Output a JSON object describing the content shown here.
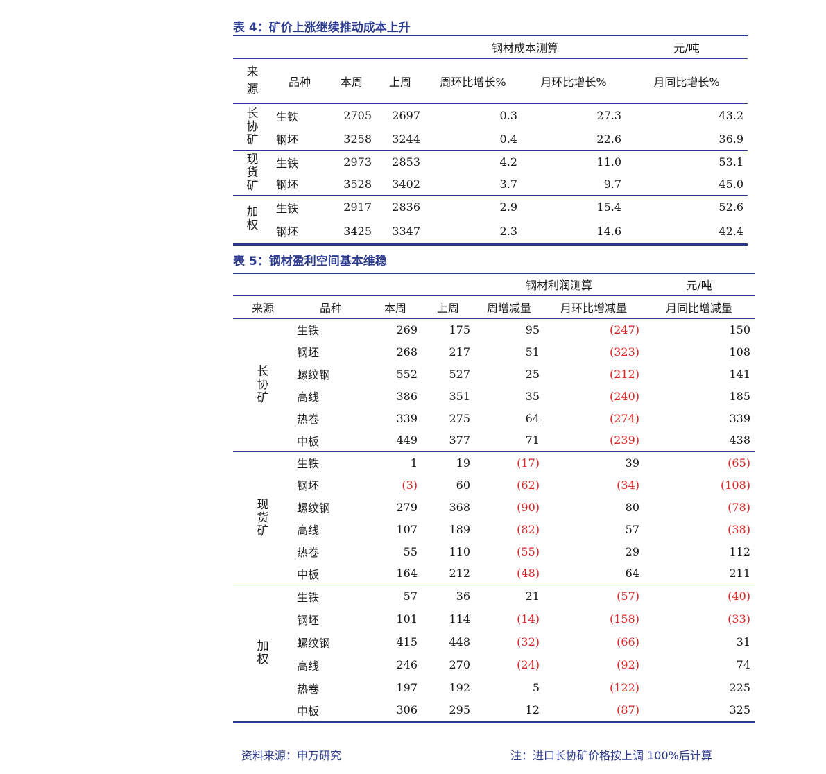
{
  "table4": {
    "caption": "表 4：矿价上涨继续推动成本上升",
    "group_header": "钢材成本测算",
    "unit": "元/吨",
    "headers": [
      "来源",
      "品种",
      "本周",
      "上周",
      "周环比增长%",
      "月环比增长%",
      "月同比增长%"
    ],
    "groups": [
      {
        "source": "长协矿",
        "rows": [
          {
            "item": "生铁",
            "this_week": "2705",
            "last_week": "2697",
            "wow": "0.3",
            "mom": "27.3",
            "yoy": "43.2"
          },
          {
            "item": "钢坯",
            "this_week": "3258",
            "last_week": "3244",
            "wow": "0.4",
            "mom": "22.6",
            "yoy": "36.9"
          }
        ]
      },
      {
        "source": "现货矿",
        "rows": [
          {
            "item": "生铁",
            "this_week": "2973",
            "last_week": "2853",
            "wow": "4.2",
            "mom": "11.0",
            "yoy": "53.1"
          },
          {
            "item": "钢坯",
            "this_week": "3528",
            "last_week": "3402",
            "wow": "3.7",
            "mom": "9.7",
            "yoy": "45.0"
          }
        ]
      },
      {
        "source": "加权",
        "rows": [
          {
            "item": "生铁",
            "this_week": "2917",
            "last_week": "2836",
            "wow": "2.9",
            "mom": "15.4",
            "yoy": "52.6"
          },
          {
            "item": "钢坯",
            "this_week": "3425",
            "last_week": "3347",
            "wow": "2.3",
            "mom": "14.6",
            "yoy": "42.4"
          }
        ]
      }
    ]
  },
  "table5": {
    "caption": "表 5：钢材盈利空间基本维稳",
    "group_header": "钢材利润测算",
    "unit": "元/吨",
    "headers": [
      "来源",
      "品种",
      "本周",
      "上周",
      "周增减量",
      "月环比增减量",
      "月同比增减量"
    ],
    "negative_color": "#e02424",
    "groups": [
      {
        "source": "长协矿",
        "rows": [
          {
            "item": "生铁",
            "this_week": "269",
            "last_week": "175",
            "wow": "95",
            "mom": "(247)",
            "yoy": "150"
          },
          {
            "item": "钢坯",
            "this_week": "268",
            "last_week": "217",
            "wow": "51",
            "mom": "(323)",
            "yoy": "108"
          },
          {
            "item": "螺纹钢",
            "this_week": "552",
            "last_week": "527",
            "wow": "25",
            "mom": "(212)",
            "yoy": "141"
          },
          {
            "item": "高线",
            "this_week": "386",
            "last_week": "351",
            "wow": "35",
            "mom": "(240)",
            "yoy": "185"
          },
          {
            "item": "热卷",
            "this_week": "339",
            "last_week": "275",
            "wow": "64",
            "mom": "(274)",
            "yoy": "339"
          },
          {
            "item": "中板",
            "this_week": "449",
            "last_week": "377",
            "wow": "71",
            "mom": "(239)",
            "yoy": "438"
          }
        ]
      },
      {
        "source": "现货矿",
        "rows": [
          {
            "item": "生铁",
            "this_week": "1",
            "last_week": "19",
            "wow": "(17)",
            "mom": "39",
            "yoy": "(65)"
          },
          {
            "item": "钢坯",
            "this_week": "(3)",
            "last_week": "60",
            "wow": "(62)",
            "mom": "(34)",
            "yoy": "(108)"
          },
          {
            "item": "螺纹钢",
            "this_week": "279",
            "last_week": "368",
            "wow": "(90)",
            "mom": "80",
            "yoy": "(78)"
          },
          {
            "item": "高线",
            "this_week": "107",
            "last_week": "189",
            "wow": "(82)",
            "mom": "57",
            "yoy": "(38)"
          },
          {
            "item": "热卷",
            "this_week": "55",
            "last_week": "110",
            "wow": "(55)",
            "mom": "29",
            "yoy": "112"
          },
          {
            "item": "中板",
            "this_week": "164",
            "last_week": "212",
            "wow": "(48)",
            "mom": "64",
            "yoy": "211"
          }
        ]
      },
      {
        "source": "加权",
        "rows": [
          {
            "item": "生铁",
            "this_week": "57",
            "last_week": "36",
            "wow": "21",
            "mom": "(57)",
            "yoy": "(40)"
          },
          {
            "item": "钢坯",
            "this_week": "101",
            "last_week": "114",
            "wow": "(14)",
            "mom": "(158)",
            "yoy": "(33)"
          },
          {
            "item": "螺纹钢",
            "this_week": "415",
            "last_week": "448",
            "wow": "(32)",
            "mom": "(66)",
            "yoy": "31"
          },
          {
            "item": "高线",
            "this_week": "246",
            "last_week": "270",
            "wow": "(24)",
            "mom": "(92)",
            "yoy": "74"
          },
          {
            "item": "热卷",
            "this_week": "197",
            "last_week": "192",
            "wow": "5",
            "mom": "(122)",
            "yoy": "225"
          },
          {
            "item": "中板",
            "this_week": "306",
            "last_week": "295",
            "wow": "12",
            "mom": "(87)",
            "yoy": "325"
          }
        ]
      }
    ]
  },
  "footer": {
    "source": "资料来源：申万研究",
    "note": "注：进口长协矿价格按上调 100%后计算"
  }
}
